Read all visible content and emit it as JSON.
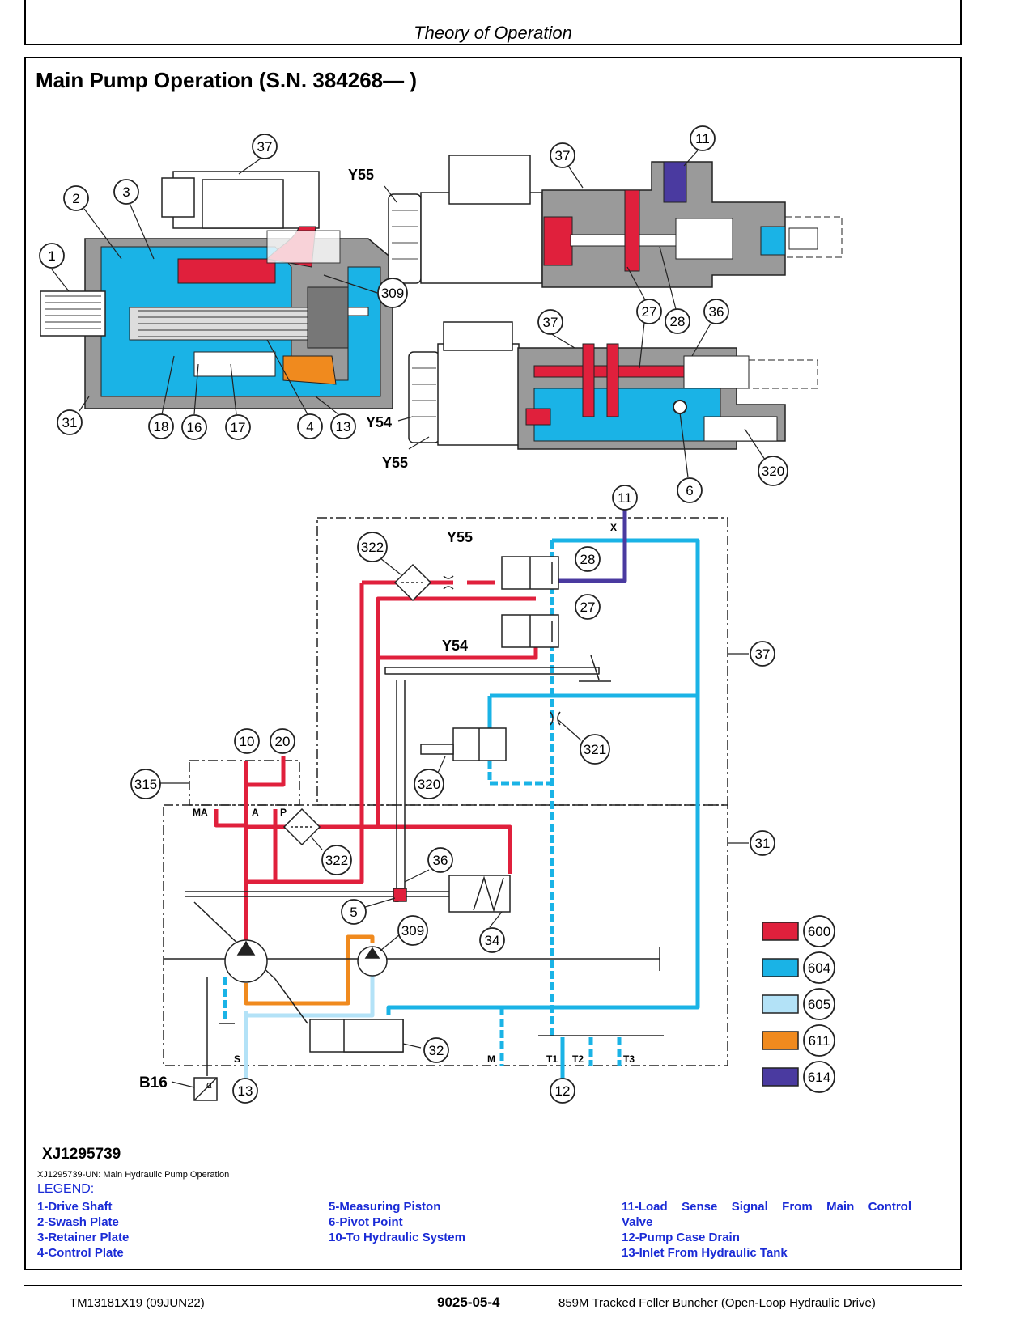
{
  "header": {
    "title": "Theory of Operation"
  },
  "section_title": "Main Pump Operation (S.N. 384268— )",
  "figure_id": "XJ1295739",
  "caption": "XJ1295739-UN: Main Hydraulic Pump Operation",
  "legend": {
    "title": "LEGEND:",
    "col1": [
      "1-Drive Shaft",
      "2-Swash Plate",
      "3-Retainer Plate",
      "4-Control Plate"
    ],
    "col2": [
      "5-Measuring Piston",
      "6-Pivot Point",
      "10-To Hydraulic System"
    ],
    "col3_first": "11-Load Sense Signal From Main Control",
    "col3_first_end": "Valve",
    "col3": [
      "12-Pump Case Drain",
      "13-Inlet From Hydraulic Tank"
    ]
  },
  "color_key": [
    {
      "code": "600",
      "color": "#e0203c"
    },
    {
      "code": "604",
      "color": "#1ab3e6"
    },
    {
      "code": "605",
      "color": "#b3e2f7"
    },
    {
      "code": "611",
      "color": "#f08a1e"
    },
    {
      "code": "614",
      "color": "#4a3aa0"
    }
  ],
  "callouts": {
    "c1": "1",
    "c2": "2",
    "c3": "3",
    "c4": "4",
    "c5": "5",
    "c6": "6",
    "c10": "10",
    "c11": "11",
    "c12": "12",
    "c13": "13",
    "c16": "16",
    "c17": "17",
    "c18": "18",
    "c20": "20",
    "c27": "27",
    "c28": "28",
    "c31": "31",
    "c32": "32",
    "c34": "34",
    "c36": "36",
    "c37": "37",
    "c309": "309",
    "c315": "315",
    "c320": "320",
    "c321": "321",
    "c322": "322"
  },
  "labels": {
    "y55": "Y55",
    "y54": "Y54",
    "b16": "B16",
    "x": "X",
    "ma": "MA",
    "a": "A",
    "p": "P",
    "s": "S",
    "m": "M",
    "t1": "T1",
    "t2": "T2",
    "t3": "T3",
    "alpha": "α"
  },
  "footer": {
    "left": "TM13181X19 (09JUN22)",
    "center": "9025-05-4",
    "right": "859M Tracked Feller Buncher (Open-Loop Hydraulic Drive)"
  }
}
